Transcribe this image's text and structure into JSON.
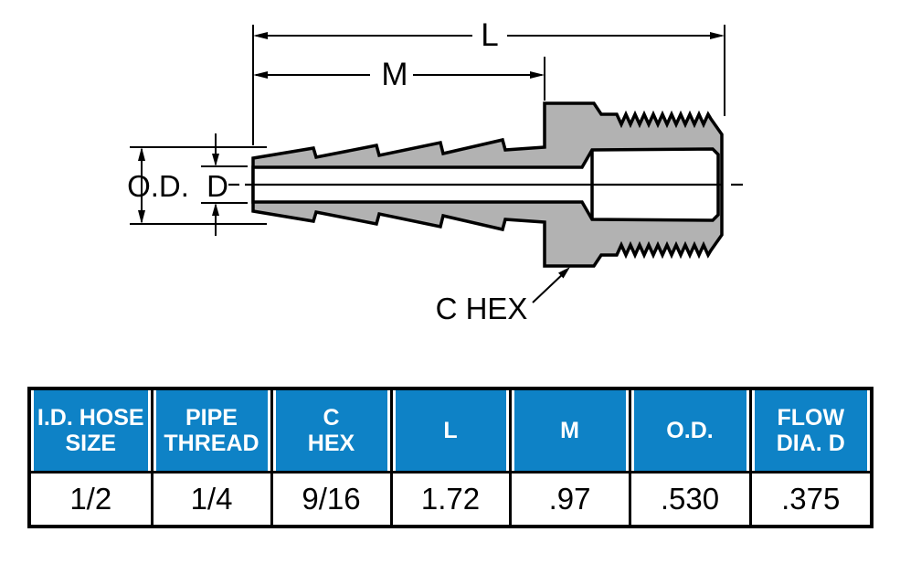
{
  "diagram": {
    "labels": {
      "l": "L",
      "m": "M",
      "od": "O.D.",
      "d": "D",
      "c_hex": "C HEX"
    },
    "body_fill": "#b2b2b2",
    "outline_color": "#000000"
  },
  "table": {
    "header_bg": "#0e82c6",
    "header_text_color": "#ffffff",
    "columns": [
      {
        "h1": "I.D. HOSE",
        "h2": "SIZE",
        "value": "1/2"
      },
      {
        "h1": "PIPE",
        "h2": "THREAD",
        "value": "1/4"
      },
      {
        "h1": "C",
        "h2": "HEX",
        "value": "9/16"
      },
      {
        "h1": "L",
        "h2": "",
        "value": "1.72"
      },
      {
        "h1": "M",
        "h2": "",
        "value": ".97"
      },
      {
        "h1": "O.D.",
        "h2": "",
        "value": ".530"
      },
      {
        "h1": "FLOW",
        "h2": "DIA. D",
        "value": ".375"
      }
    ]
  }
}
